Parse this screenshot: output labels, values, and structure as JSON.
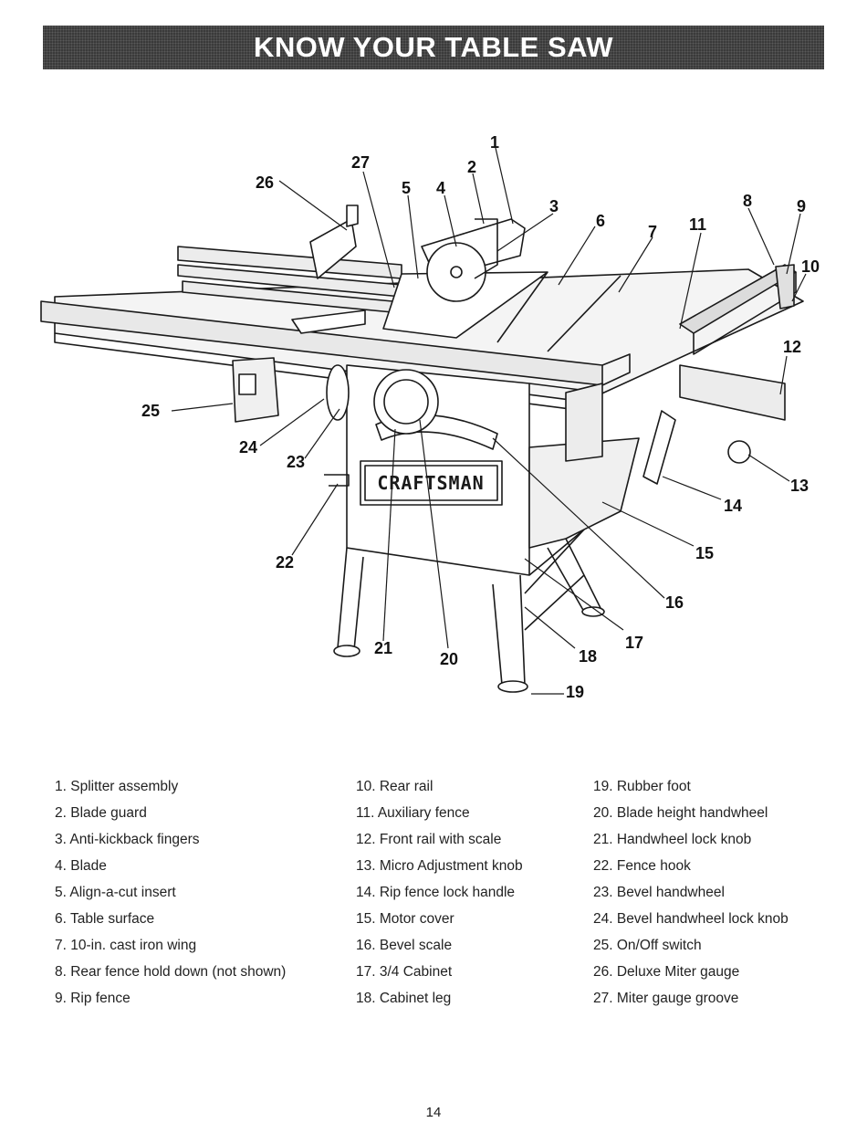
{
  "header": {
    "title": "KNOW YOUR TABLE SAW"
  },
  "figure": {
    "callouts": [
      "1",
      "2",
      "3",
      "4",
      "5",
      "6",
      "7",
      "8",
      "9",
      "10",
      "11",
      "12",
      "13",
      "14",
      "15",
      "16",
      "17",
      "18",
      "19",
      "20",
      "21",
      "22",
      "23",
      "24",
      "25",
      "26",
      "27"
    ],
    "brand_label": "CRAFTSMAN"
  },
  "legend": {
    "col1": [
      "1. Splitter assembly",
      "2. Blade guard",
      "3. Anti-kickback fingers",
      "4. Blade",
      "5. Align-a-cut insert",
      "6. Table surface",
      "7. 10-in. cast iron wing",
      "8. Rear fence hold down (not shown)",
      "9. Rip fence"
    ],
    "col2": [
      "10. Rear rail",
      "11. Auxiliary fence",
      "12. Front rail with scale",
      "13. Micro Adjustment knob",
      "14. Rip fence lock handle",
      "15. Motor cover",
      "16. Bevel scale",
      "17. 3/4 Cabinet",
      "18. Cabinet leg"
    ],
    "col3": [
      "19. Rubber foot",
      "20. Blade height handwheel",
      "21. Handwheel lock knob",
      "22. Fence hook",
      "23. Bevel handwheel",
      "24. Bevel handwheel lock knob",
      "25. On/Off switch",
      "26. Deluxe Miter gauge",
      "27. Miter gauge groove"
    ]
  },
  "footer": {
    "page_number": "14"
  }
}
